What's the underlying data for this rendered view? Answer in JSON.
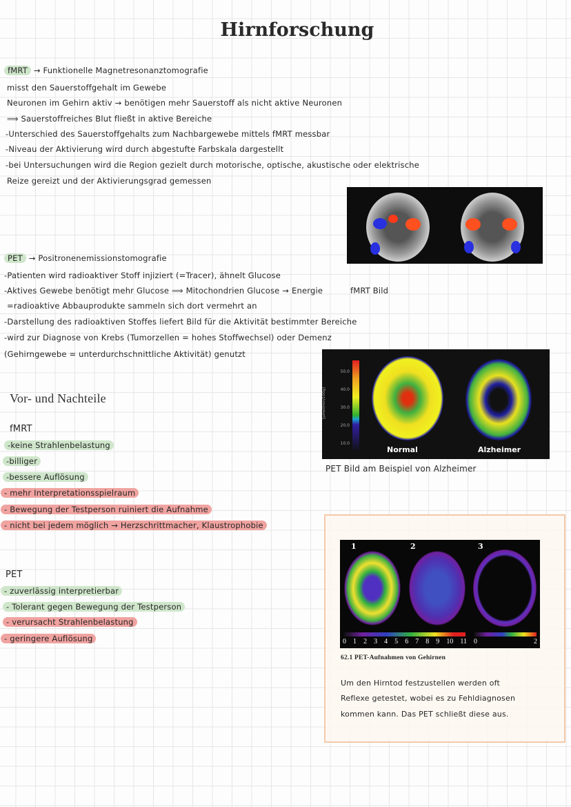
{
  "title": "Hirnforschung",
  "fmrt": {
    "heading": "fMRT",
    "heading_rest": "→ Funktionelle Magnetresonanztomografie",
    "lines": [
      "misst den Sauerstoffgehalt im Gewebe",
      "Neuronen im Gehirn aktiv → benötigen mehr Sauerstoff als nicht aktive Neuronen",
      "⟹ Sauerstoffreiches Blut fließt in aktive Bereiche",
      "-Unterschied des Sauerstoffgehalts zum Nachbargewebe mittels fMRT messbar",
      "-Niveau der Aktivierung wird durch abgestufte Farbskala dargestellt",
      "-bei Untersuchungen wird die Region gezielt durch motorische, optische, akustische oder elektrische",
      "Reize gereizt und der Aktivierungsgrad gemessen"
    ],
    "image_caption": "fMRT Bild"
  },
  "pet": {
    "heading": "PET",
    "heading_rest": "→ Positronenemissionstomografie",
    "lines": [
      "-Patienten wird radioaktiver Stoff injiziert (=Tracer), ähnelt Glucose",
      "-Aktives Gewebe benötigt mehr Glucose ⟹ Mitochondrien Glucose → Energie",
      "=radioaktive Abbauprodukte sammeln sich dort vermehrt an",
      "-Darstellung des radioaktiven Stoffes liefert Bild für die Aktivität bestimmter Bereiche",
      "-wird zur Diagnose von Krebs (Tumorzellen = hohes Stoffwechsel) oder Demenz",
      "(Gehirngewebe = unterdurchschnittliche Aktivität) genutzt"
    ],
    "image": {
      "scale_label": "[µmol/min/100g]",
      "scale_ticks": [
        "50.0",
        "40.0",
        "30.0",
        "20.0",
        "10.0"
      ],
      "left_label": "Normal",
      "right_label": "Alzheimer"
    },
    "image_caption": "PET Bild am Beispiel von Alzheimer"
  },
  "pros_cons": {
    "heading": "Vor- und Nachteile",
    "fmrt": {
      "heading": "fMRT",
      "pros": [
        "-keine Strahlenbelastung",
        "-billiger",
        "-bessere Auflösung"
      ],
      "cons": [
        "- mehr Interpretationsspielraum",
        "- Bewegung der Testperson ruiniert die Aufnahme",
        "- nicht bei jedem möglich → Herzschrittmacher, Klaustrophobie"
      ]
    },
    "pet": {
      "heading": "PET",
      "pros": [
        "- zuverlässig interpretierbar",
        "- Tolerant gegen Bewegung der Testperson"
      ],
      "cons": [
        "- verursacht Strahlenbelastung",
        "- geringere Auflösung"
      ]
    }
  },
  "box": {
    "panels": [
      "1",
      "2",
      "3"
    ],
    "scale1": [
      "0",
      "1",
      "2",
      "3",
      "4",
      "5",
      "6",
      "7",
      "8",
      "9",
      "10",
      "11"
    ],
    "scale2": [
      "0",
      "2"
    ],
    "caption": "62.1 PET-Aufnahmen von Gehirnen",
    "note": [
      "Um den Hirntod festzustellen werden oft",
      "Reflexe getestet, wobei es zu Fehldiagnosen",
      "kommen kann. Das PET schließt diese aus."
    ]
  },
  "colors": {
    "pro": "#cfe6cb",
    "con": "#f0a3a0",
    "box_border": "#f3c9a9"
  }
}
